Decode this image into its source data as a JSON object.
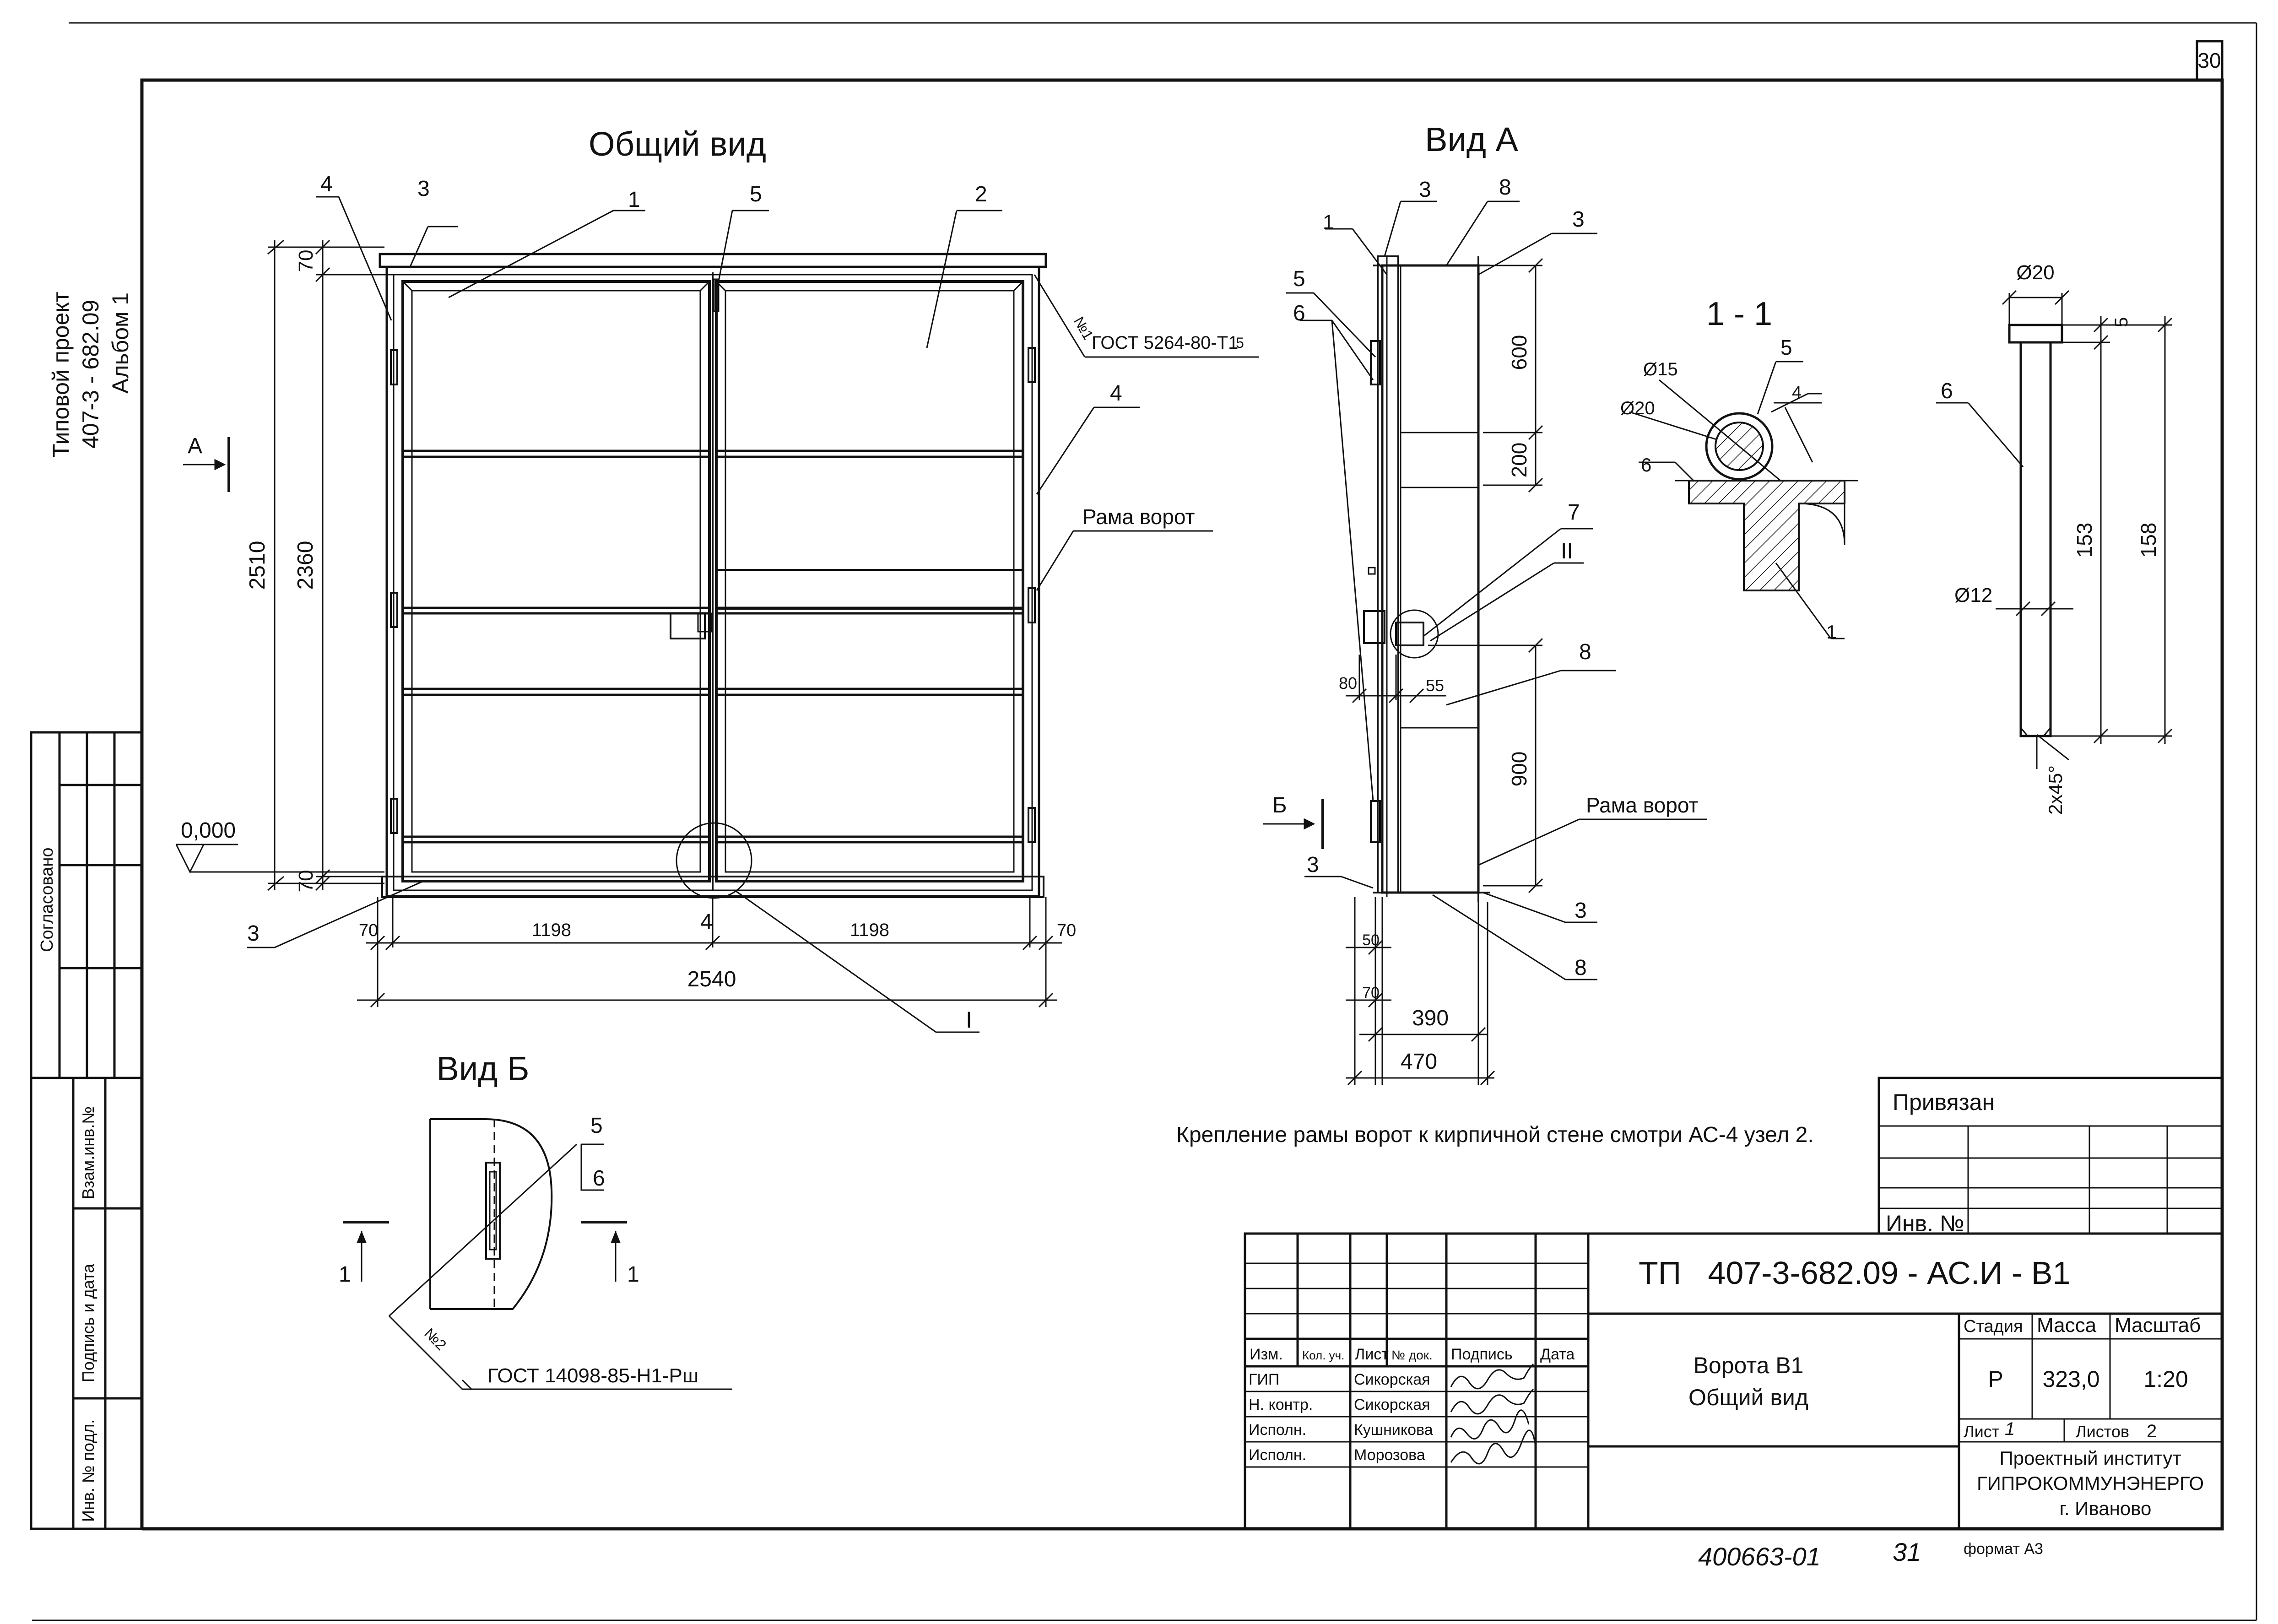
{
  "sheet": {
    "page_number": "30",
    "side_title": [
      "Типовой проект",
      "407-3 - 682.09",
      "Альбом 1"
    ],
    "side_labels": {
      "agreed": "Согласовано",
      "inv_no_replaced": "Взам.инв.№",
      "signature_date": "Подпись и дата",
      "inv_no_original": "Инв. № подл."
    },
    "handwritten_number": "400663-01",
    "handwritten_sheet": "31",
    "format": "формат А3"
  },
  "views": {
    "general": {
      "title": "Общий вид",
      "gost_top": "ГОСТ 5264-80-Т1",
      "weld_no": "№1",
      "weld_leg": "5",
      "frame_label": "Рама ворот",
      "level": "0,000",
      "section_arrow": "А",
      "node_label": "I",
      "dims": {
        "h_total": "2510",
        "h_leaf": "2360",
        "top": "70",
        "bottom": "70",
        "w_left": "1198",
        "w_right": "1198",
        "w_total": "2540",
        "edge_left": "70",
        "edge_right": "70"
      },
      "callouts": {
        "c1": "1",
        "c2": "2",
        "c3a": "3",
        "c3b": "3",
        "c4a": "4",
        "c4b": "4",
        "c4c": "4",
        "c5": "5"
      }
    },
    "side_a": {
      "title": "Вид А",
      "frame_label": "Рама ворот",
      "section_arrow": "Б",
      "node_label": "II",
      "dims": {
        "d600": "600",
        "d200": "200",
        "d900": "900",
        "d80": "80",
        "d55": "55",
        "d50": "50",
        "d70": "70",
        "d390": "390",
        "d470": "470"
      },
      "callouts": {
        "c1": "1",
        "c3a": "3",
        "c3b": "3",
        "c3c": "3",
        "c3d": "3",
        "c5": "5",
        "c6": "6",
        "c7": "7",
        "c8a": "8",
        "c8b": "8",
        "c8c": "8"
      }
    },
    "section_11": {
      "title": "1 - 1",
      "dims": {
        "d15": "Ø15",
        "d20": "Ø20",
        "d4": "4"
      },
      "callouts": {
        "c1": "1",
        "c5": "5",
        "c6": "6"
      }
    },
    "pin": {
      "dims": {
        "d20": "Ø20",
        "d5": "5",
        "d12": "Ø12",
        "d153": "153",
        "d158": "158",
        "chamfer": "2x45°"
      },
      "callouts": {
        "c6": "6"
      }
    },
    "view_b": {
      "title": "Вид Б",
      "gost": "ГОСТ 14098-85-Н1-Рш",
      "weld_no": "№2",
      "section_mark": "1",
      "callouts": {
        "c5": "5",
        "c6": "6"
      }
    }
  },
  "note": "Крепление рамы ворот к кирпичной стене смотри АС-4 узел 2.",
  "title_block": {
    "tied": "Привязан",
    "inv_no": "Инв. №",
    "code": "ТП   407-3-682.09 - АС.И - В1",
    "name_line1": "Ворота В1",
    "name_line2": "Общий вид",
    "headers": {
      "izm": "Изм.",
      "kol": "Кол. уч.",
      "list": "Лист",
      "ndoc": "№ док.",
      "sign": "Подпись",
      "date": "Дата"
    },
    "roles": [
      "ГИП",
      "Н. контр.",
      "Исполн.",
      "Исполн."
    ],
    "names": [
      "Сикорская",
      "Сикорская",
      "Кушникова",
      "Морозова"
    ],
    "stage_label": "Стадия",
    "mass_label": "Масса",
    "scale_label": "Масштаб",
    "stage": "Р",
    "mass": "323,0",
    "scale": "1:20",
    "sheet_label": "Лист",
    "sheet_no": "1",
    "sheets_label": "Листов",
    "sheets_total": "2",
    "org_line1": "Проектный институт",
    "org_line2": "ГИПРОКОММУНЭНЕРГО",
    "org_line3": "г. Иваново"
  }
}
